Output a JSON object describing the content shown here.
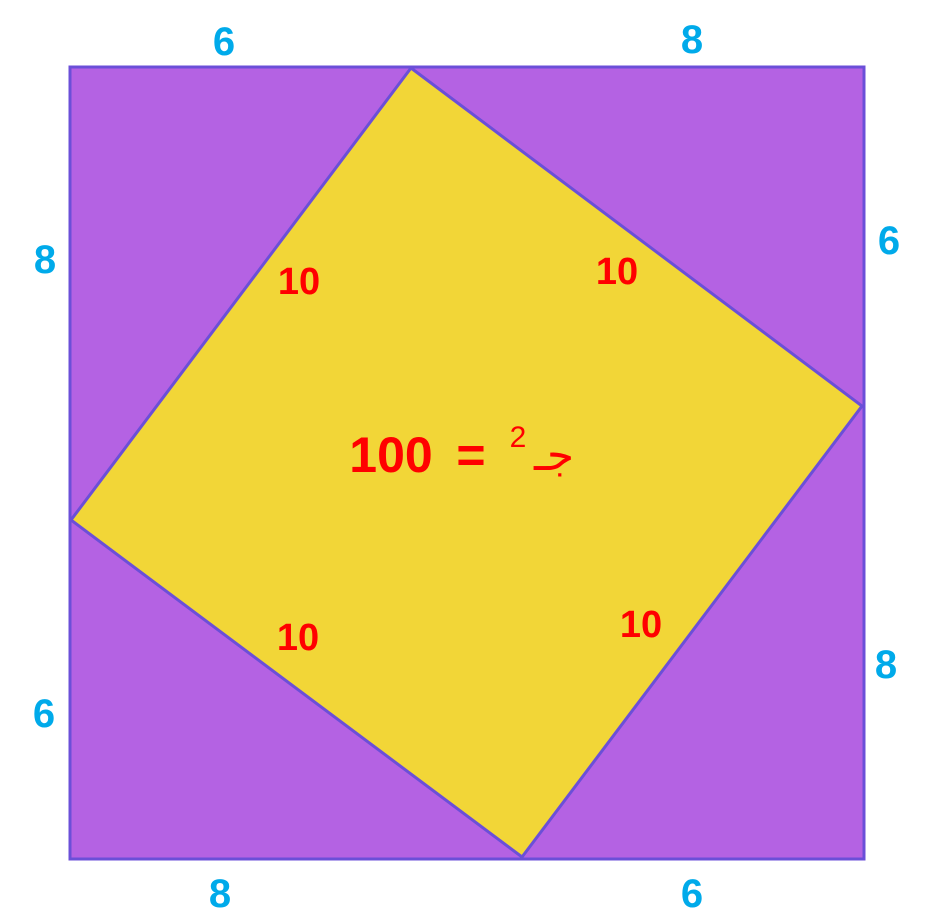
{
  "colors": {
    "outer_square_fill": "#b462e3",
    "inner_square_fill": "#f2d637",
    "stroke": "#6b4fd8",
    "side_label": "#00aaea",
    "hypotenuse_label": "#ff0000"
  },
  "side_labels": {
    "top_left": "6",
    "top_right": "8",
    "right_upper": "6",
    "right_lower": "8",
    "bottom_right": "6",
    "bottom_left": "8",
    "left_lower": "6",
    "left_upper": "8"
  },
  "hypotenuse_labels": {
    "upper_left": "10",
    "upper_right": "10",
    "lower_left": "10",
    "lower_right": "10"
  },
  "formula": {
    "value": "100",
    "equals": "=",
    "exponent": "2",
    "letter": "جـ"
  }
}
